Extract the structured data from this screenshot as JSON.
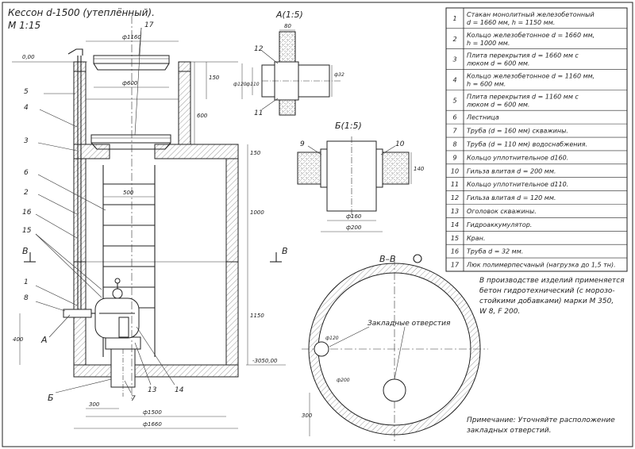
{
  "title": {
    "line1": "Кессон d-1500 (утеплённый).",
    "line2": "М 1:15"
  },
  "views": {
    "view_a": "А(1:5)",
    "view_b": "Б(1:5)",
    "section_vv": "В–В"
  },
  "main_callouts": [
    "17",
    "5",
    "4",
    "3",
    "6",
    "2",
    "16",
    "15",
    "1",
    "8",
    "7",
    "13",
    "14"
  ],
  "section_markers": {
    "b_left": "В",
    "b_right": "В",
    "a": "А",
    "b": "Б"
  },
  "dims_main": {
    "level_top": "0,00",
    "level_bottom": "-3050,00",
    "d1160": "ф1160",
    "d600": "ф600",
    "h150a": "150",
    "h600": "600",
    "h150b": "150",
    "w500": "500",
    "h1000": "1000",
    "h1150": "1150",
    "h400": "400",
    "w300": "300",
    "d1500": "ф1500",
    "d1660": "ф1660"
  },
  "view_a": {
    "c12": "12",
    "c11": "11",
    "d80": "80",
    "d32": "ф32",
    "d120": "ф120",
    "d110": "ф110"
  },
  "view_b": {
    "c9": "9",
    "c10": "10",
    "d140": "140",
    "d160": "ф160",
    "d200": "ф200"
  },
  "section": {
    "label": "Закладные отверстия",
    "d120": "ф120",
    "d200": "ф200",
    "d300": "300"
  },
  "spec": [
    {
      "n": "1",
      "lines": [
        "Стакан монолитный железобетонный",
        "d = 1660 мм, h = 1150 мм."
      ]
    },
    {
      "n": "2",
      "lines": [
        "Кольцо железобетонное d = 1660 мм,",
        "h = 1000 мм."
      ]
    },
    {
      "n": "3",
      "lines": [
        "Плита перекрытия d = 1660 мм с",
        "люком d = 600 мм."
      ]
    },
    {
      "n": "4",
      "lines": [
        "Кольцо железобетонное d = 1160 мм,",
        "h = 600 мм."
      ]
    },
    {
      "n": "5",
      "lines": [
        "Плита перекрытия d = 1160 мм с",
        "люком d = 600 мм."
      ]
    },
    {
      "n": "6",
      "lines": [
        "Лестница"
      ]
    },
    {
      "n": "7",
      "lines": [
        "Труба (d = 160 мм) скважины."
      ]
    },
    {
      "n": "8",
      "lines": [
        "Труба (d = 110 мм) водоснабжения."
      ]
    },
    {
      "n": "9",
      "lines": [
        "Кольцо уплотнительное d160."
      ]
    },
    {
      "n": "10",
      "lines": [
        "Гильза влитая d = 200 мм."
      ]
    },
    {
      "n": "11",
      "lines": [
        "Кольцо уплотнительное d110."
      ]
    },
    {
      "n": "12",
      "lines": [
        "Гильза влитая d = 120 мм."
      ]
    },
    {
      "n": "13",
      "lines": [
        "Оголовок скважины."
      ]
    },
    {
      "n": "14",
      "lines": [
        "Гидроаккумулятор."
      ]
    },
    {
      "n": "15",
      "lines": [
        "Кран."
      ]
    },
    {
      "n": "16",
      "lines": [
        "Труба d = 32 мм."
      ]
    },
    {
      "n": "17",
      "lines": [
        "Люк полимерпесчаный (нагрузка до 1,5 тн)."
      ]
    }
  ],
  "notes": {
    "concrete": [
      "В производстве изделий применяется",
      "бетон гидротехнический (с морозо-",
      "стойкими добавками) марки М 350,",
      "W 8, F 200."
    ],
    "remark": [
      "Примечание: Уточняйте расположение",
      "закладных отверстий."
    ]
  }
}
